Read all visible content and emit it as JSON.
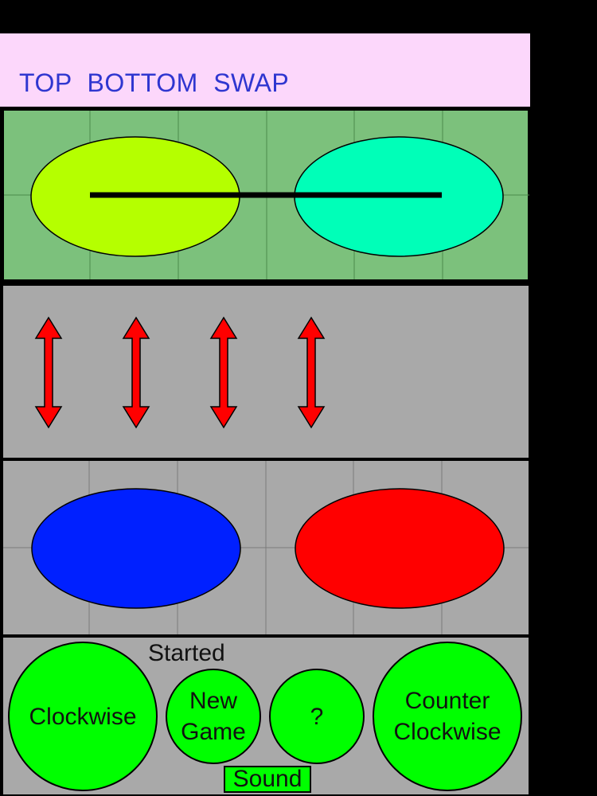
{
  "header": {
    "title": "TOP  BOTTOM  SWAP"
  },
  "board": {
    "top_ovals": [
      {
        "color": "#b5ff00",
        "name": "top-left"
      },
      {
        "color": "#00ffb8",
        "name": "top-right"
      }
    ],
    "bottom_ovals": [
      {
        "color": "#0020ff",
        "name": "bottom-left"
      },
      {
        "color": "#ff0000",
        "name": "bottom-right"
      }
    ],
    "connector_color": "#000000",
    "arrow_color": "#ff0000",
    "arrow_count": 4
  },
  "controls": {
    "status": "Started",
    "clockwise": "Clockwise",
    "new_game_line1": "New",
    "new_game_line2": "Game",
    "help": "?",
    "counter_line1": "Counter",
    "counter_line2": "Clockwise",
    "sound": "Sound"
  }
}
